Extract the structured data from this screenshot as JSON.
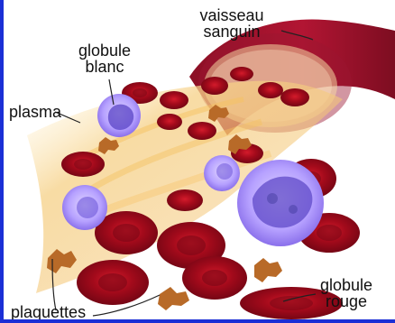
{
  "labels": {
    "vaisseau_sanguin": "vaisseau\nsanguin",
    "globule_blanc": "globule\nblanc",
    "plasma": "plasma",
    "globule_rouge": "globule\nrouge",
    "plaquettes": "plaquettes"
  },
  "colors": {
    "border": "#1b2fd6",
    "plasma": "#f1c978",
    "red_cell": "#b10b1f",
    "red_cell_highlight": "#d51f2e",
    "white_cell": "#c6b4ff",
    "white_cell_nucleus": "#6d56d8",
    "platelet": "#b86a28"
  }
}
